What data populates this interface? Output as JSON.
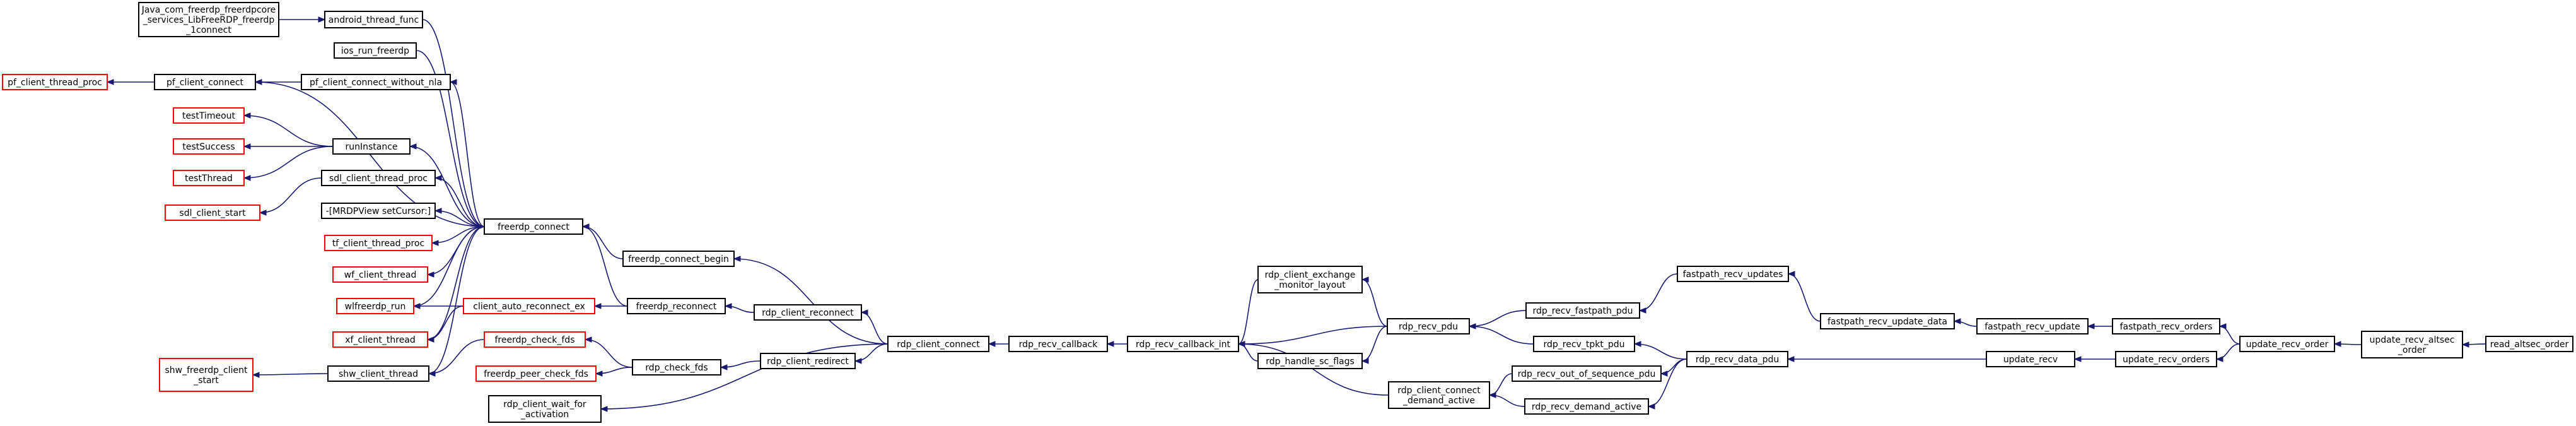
{
  "diagram": {
    "type": "call-graph",
    "colors": {
      "edge": "#191970",
      "normal_border": "#000000",
      "truncated_border": "#ff0000",
      "highlight_fill": "#bfbfbf",
      "text": "#000000"
    },
    "nodes": [
      {
        "id": "java_connect",
        "lines": [
          "Java_com_freerdp_freerdpcore",
          "_services_LibFreeRDP_freerdp",
          "_1connect"
        ],
        "style": "normal"
      },
      {
        "id": "android_thread_func",
        "lines": [
          "android_thread_func"
        ],
        "style": "normal"
      },
      {
        "id": "ios_run_freerdp",
        "lines": [
          "ios_run_freerdp"
        ],
        "style": "normal"
      },
      {
        "id": "pf_client_thread_proc",
        "lines": [
          "pf_client_thread_proc"
        ],
        "style": "truncated"
      },
      {
        "id": "pf_client_connect",
        "lines": [
          "pf_client_connect"
        ],
        "style": "normal"
      },
      {
        "id": "pf_client_connect_without_nla",
        "lines": [
          "pf_client_connect_without_nla"
        ],
        "style": "normal"
      },
      {
        "id": "testTimeout",
        "lines": [
          "testTimeout"
        ],
        "style": "truncated"
      },
      {
        "id": "testSuccess",
        "lines": [
          "testSuccess"
        ],
        "style": "truncated"
      },
      {
        "id": "testThread",
        "lines": [
          "testThread"
        ],
        "style": "truncated"
      },
      {
        "id": "runInstance",
        "lines": [
          "runInstance"
        ],
        "style": "normal"
      },
      {
        "id": "sdl_client_start",
        "lines": [
          "sdl_client_start"
        ],
        "style": "truncated"
      },
      {
        "id": "sdl_client_thread_proc",
        "lines": [
          "sdl_client_thread_proc"
        ],
        "style": "normal"
      },
      {
        "id": "mrdpview_setcursor",
        "lines": [
          "-[MRDPView setCursor:]"
        ],
        "style": "normal"
      },
      {
        "id": "tf_client_thread_proc",
        "lines": [
          "tf_client_thread_proc"
        ],
        "style": "truncated"
      },
      {
        "id": "wf_client_thread",
        "lines": [
          "wf_client_thread"
        ],
        "style": "truncated"
      },
      {
        "id": "wlfreerdp_run",
        "lines": [
          "wlfreerdp_run"
        ],
        "style": "truncated"
      },
      {
        "id": "xf_client_thread",
        "lines": [
          "xf_client_thread"
        ],
        "style": "truncated"
      },
      {
        "id": "shw_freerdp_client_start",
        "lines": [
          "shw_freerdp_client",
          "_start"
        ],
        "style": "truncated"
      },
      {
        "id": "shw_client_thread",
        "lines": [
          "shw_client_thread"
        ],
        "style": "normal"
      },
      {
        "id": "freerdp_connect",
        "lines": [
          "freerdp_connect"
        ],
        "style": "normal"
      },
      {
        "id": "client_auto_reconnect_ex",
        "lines": [
          "client_auto_reconnect_ex"
        ],
        "style": "truncated"
      },
      {
        "id": "freerdp_check_fds",
        "lines": [
          "freerdp_check_fds"
        ],
        "style": "truncated"
      },
      {
        "id": "freerdp_peer_check_fds",
        "lines": [
          "freerdp_peer_check_fds"
        ],
        "style": "truncated"
      },
      {
        "id": "rdp_client_wait_for_activation",
        "lines": [
          "rdp_client_wait_for",
          "_activation"
        ],
        "style": "normal"
      },
      {
        "id": "freerdp_connect_begin",
        "lines": [
          "freerdp_connect_begin"
        ],
        "style": "normal"
      },
      {
        "id": "freerdp_reconnect",
        "lines": [
          "freerdp_reconnect"
        ],
        "style": "normal"
      },
      {
        "id": "rdp_check_fds",
        "lines": [
          "rdp_check_fds"
        ],
        "style": "normal"
      },
      {
        "id": "rdp_client_reconnect",
        "lines": [
          "rdp_client_reconnect"
        ],
        "style": "normal"
      },
      {
        "id": "rdp_client_redirect",
        "lines": [
          "rdp_client_redirect"
        ],
        "style": "normal"
      },
      {
        "id": "rdp_client_connect",
        "lines": [
          "rdp_client_connect"
        ],
        "style": "normal"
      },
      {
        "id": "rdp_recv_callback",
        "lines": [
          "rdp_recv_callback"
        ],
        "style": "normal"
      },
      {
        "id": "rdp_recv_callback_int",
        "lines": [
          "rdp_recv_callback_int"
        ],
        "style": "normal"
      },
      {
        "id": "rdp_client_exchange_monitor_layout",
        "lines": [
          "rdp_client_exchange",
          "_monitor_layout"
        ],
        "style": "normal"
      },
      {
        "id": "rdp_handle_sc_flags",
        "lines": [
          "rdp_handle_sc_flags"
        ],
        "style": "normal"
      },
      {
        "id": "rdp_recv_pdu",
        "lines": [
          "rdp_recv_pdu"
        ],
        "style": "normal"
      },
      {
        "id": "rdp_client_connect_demand_active",
        "lines": [
          "rdp_client_connect",
          "_demand_active"
        ],
        "style": "normal"
      },
      {
        "id": "rdp_recv_fastpath_pdu",
        "lines": [
          "rdp_recv_fastpath_pdu"
        ],
        "style": "normal"
      },
      {
        "id": "rdp_recv_tpkt_pdu",
        "lines": [
          "rdp_recv_tpkt_pdu"
        ],
        "style": "normal"
      },
      {
        "id": "rdp_recv_out_of_sequence_pdu",
        "lines": [
          "rdp_recv_out_of_sequence_pdu"
        ],
        "style": "normal"
      },
      {
        "id": "rdp_recv_demand_active",
        "lines": [
          "rdp_recv_demand_active"
        ],
        "style": "normal"
      },
      {
        "id": "fastpath_recv_updates",
        "lines": [
          "fastpath_recv_updates"
        ],
        "style": "normal"
      },
      {
        "id": "rdp_recv_data_pdu",
        "lines": [
          "rdp_recv_data_pdu"
        ],
        "style": "normal"
      },
      {
        "id": "fastpath_recv_update_data",
        "lines": [
          "fastpath_recv_update_data"
        ],
        "style": "normal"
      },
      {
        "id": "fastpath_recv_update",
        "lines": [
          "fastpath_recv_update"
        ],
        "style": "normal"
      },
      {
        "id": "update_recv",
        "lines": [
          "update_recv"
        ],
        "style": "normal"
      },
      {
        "id": "fastpath_recv_orders",
        "lines": [
          "fastpath_recv_orders"
        ],
        "style": "normal"
      },
      {
        "id": "update_recv_orders",
        "lines": [
          "update_recv_orders"
        ],
        "style": "normal"
      },
      {
        "id": "update_recv_order",
        "lines": [
          "update_recv_order"
        ],
        "style": "normal"
      },
      {
        "id": "update_recv_altsec_order",
        "lines": [
          "update_recv_altsec",
          "_order"
        ],
        "style": "normal"
      },
      {
        "id": "read_altsec_order",
        "lines": [
          "read_altsec_order"
        ],
        "style": "highlight"
      }
    ],
    "edges": [
      [
        "java_connect",
        "android_thread_func"
      ],
      [
        "android_thread_func",
        "freerdp_connect"
      ],
      [
        "ios_run_freerdp",
        "freerdp_connect"
      ],
      [
        "pf_client_connect",
        "pf_client_thread_proc"
      ],
      [
        "pf_client_connect_without_nla",
        "pf_client_connect"
      ],
      [
        "freerdp_connect",
        "pf_client_connect"
      ],
      [
        "freerdp_connect",
        "pf_client_connect_without_nla"
      ],
      [
        "runInstance",
        "testTimeout"
      ],
      [
        "runInstance",
        "testSuccess"
      ],
      [
        "runInstance",
        "testThread"
      ],
      [
        "freerdp_connect",
        "runInstance"
      ],
      [
        "sdl_client_thread_proc",
        "sdl_client_start"
      ],
      [
        "freerdp_connect",
        "sdl_client_thread_proc"
      ],
      [
        "freerdp_connect",
        "mrdpview_setcursor"
      ],
      [
        "freerdp_connect",
        "tf_client_thread_proc"
      ],
      [
        "freerdp_connect",
        "wf_client_thread"
      ],
      [
        "freerdp_connect",
        "wlfreerdp_run"
      ],
      [
        "freerdp_connect",
        "xf_client_thread"
      ],
      [
        "freerdp_connect",
        "shw_client_thread"
      ],
      [
        "shw_client_thread",
        "shw_freerdp_client_start"
      ],
      [
        "freerdp_connect_begin",
        "freerdp_connect"
      ],
      [
        "freerdp_reconnect",
        "freerdp_connect"
      ],
      [
        "freerdp_reconnect",
        "client_auto_reconnect_ex"
      ],
      [
        "client_auto_reconnect_ex",
        "wlfreerdp_run"
      ],
      [
        "client_auto_reconnect_ex",
        "xf_client_thread"
      ],
      [
        "freerdp_check_fds",
        "shw_client_thread"
      ],
      [
        "rdp_check_fds",
        "freerdp_check_fds"
      ],
      [
        "rdp_check_fds",
        "freerdp_peer_check_fds"
      ],
      [
        "rdp_client_connect",
        "freerdp_connect_begin"
      ],
      [
        "rdp_client_reconnect",
        "freerdp_reconnect"
      ],
      [
        "rdp_client_redirect",
        "rdp_check_fds"
      ],
      [
        "rdp_client_connect",
        "rdp_client_reconnect"
      ],
      [
        "rdp_client_connect",
        "rdp_client_redirect"
      ],
      [
        "rdp_client_connect",
        "rdp_client_wait_for_activation"
      ],
      [
        "rdp_recv_callback",
        "rdp_client_connect"
      ],
      [
        "rdp_recv_callback_int",
        "rdp_recv_callback"
      ],
      [
        "rdp_client_exchange_monitor_layout",
        "rdp_recv_callback_int"
      ],
      [
        "rdp_handle_sc_flags",
        "rdp_recv_callback_int"
      ],
      [
        "rdp_recv_pdu",
        "rdp_recv_callback_int"
      ],
      [
        "rdp_client_connect_demand_active",
        "rdp_recv_callback_int"
      ],
      [
        "rdp_recv_pdu",
        "rdp_client_exchange_monitor_layout"
      ],
      [
        "rdp_recv_pdu",
        "rdp_handle_sc_flags"
      ],
      [
        "rdp_recv_fastpath_pdu",
        "rdp_recv_pdu"
      ],
      [
        "rdp_recv_tpkt_pdu",
        "rdp_recv_pdu"
      ],
      [
        "rdp_recv_out_of_sequence_pdu",
        "rdp_client_connect_demand_active"
      ],
      [
        "rdp_recv_demand_active",
        "rdp_client_connect_demand_active"
      ],
      [
        "fastpath_recv_updates",
        "rdp_recv_fastpath_pdu"
      ],
      [
        "rdp_recv_data_pdu",
        "rdp_recv_tpkt_pdu"
      ],
      [
        "rdp_recv_data_pdu",
        "rdp_recv_out_of_sequence_pdu"
      ],
      [
        "rdp_recv_data_pdu",
        "rdp_recv_demand_active"
      ],
      [
        "fastpath_recv_update_data",
        "fastpath_recv_updates"
      ],
      [
        "fastpath_recv_update",
        "fastpath_recv_update_data"
      ],
      [
        "update_recv",
        "rdp_recv_data_pdu"
      ],
      [
        "fastpath_recv_orders",
        "fastpath_recv_update"
      ],
      [
        "update_recv_orders",
        "update_recv"
      ],
      [
        "update_recv_order",
        "fastpath_recv_orders"
      ],
      [
        "update_recv_order",
        "update_recv_orders"
      ],
      [
        "update_recv_altsec_order",
        "update_recv_order"
      ],
      [
        "read_altsec_order",
        "update_recv_altsec_order"
      ]
    ]
  }
}
